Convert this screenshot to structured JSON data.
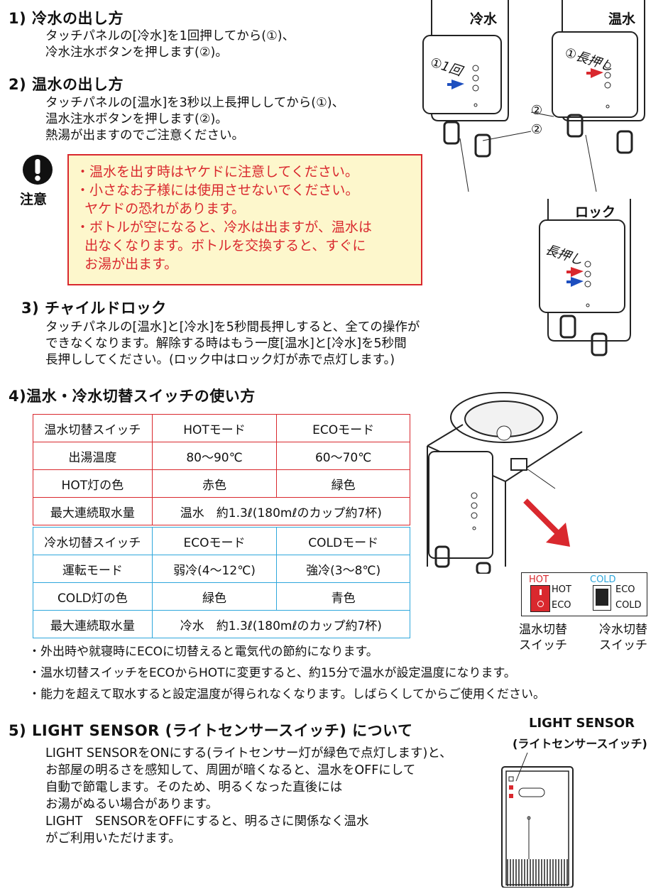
{
  "section1": {
    "heading": "1) 冷水の出し方",
    "lines": [
      "タッチパネルの[冷水]を1回押してから(①)、",
      "冷水注水ボタンを押します(②)。"
    ]
  },
  "section2": {
    "heading": "2) 温水の出し方",
    "lines": [
      "タッチパネルの[温水]を3秒以上長押ししてから(①)、",
      "温水注水ボタンを押します(②)。",
      "熱湯が出ますのでご注意ください。"
    ]
  },
  "caution": {
    "label": "注意",
    "lines": [
      "・温水を出す時はヤケドに注意してください。",
      "・小さなお子様には使用させないでください。",
      "  ヤケドの恐れがあります。",
      "・ボトルが空になると、冷水は出ますが、温水は",
      "  出なくなります。ボトルを交換すると、すぐに",
      "  お湯が出ます。"
    ]
  },
  "section3": {
    "heading": "3) チャイルドロック",
    "lines": [
      "タッチパネルの[温水]と[冷水]を5秒間長押しすると、全ての操作が",
      "できなくなります。解除する時はもう一度[温水]と[冷水]を5秒間",
      "長押ししてください。(ロック中はロック灯が赤で点灯します。)"
    ]
  },
  "illustrations": {
    "cold_title": "冷水",
    "hot_title": "温水",
    "lock_title": "ロック",
    "cold_press": "①1回",
    "hot_press": "①長押し",
    "lock_press": "長押し",
    "marker_2": "②"
  },
  "section4": {
    "heading": "4)温水・冷水切替スイッチの使い方",
    "hot_table": [
      [
        "温水切替スイッチ",
        "HOTモード",
        "ECOモード"
      ],
      [
        "出湯温度",
        "80〜90℃",
        "60〜70℃"
      ],
      [
        "HOT灯の色",
        "赤色",
        "緑色"
      ],
      [
        "最大連続取水量",
        "温水　約1.3ℓ(180mℓのカップ約7杯)"
      ]
    ],
    "cold_table": [
      [
        "冷水切替スイッチ",
        "ECOモード",
        "COLDモード"
      ],
      [
        "運転モード",
        "弱冷(4〜12℃)",
        "強冷(3〜8℃)"
      ],
      [
        "COLD灯の色",
        "緑色",
        "青色"
      ],
      [
        "最大連続取水量",
        "冷水　約1.3ℓ(180mℓのカップ約7杯)"
      ]
    ],
    "switch_panel": {
      "hot_label": "HOT",
      "hot_on": "HOT",
      "hot_off": "ECO",
      "cold_label": "COLD",
      "cold_on": "ECO",
      "cold_off": "COLD"
    },
    "hot_switch_caption": [
      "温水切替",
      "スイッチ"
    ],
    "cold_switch_caption": [
      "冷水切替",
      "スイッチ"
    ],
    "notes": [
      "・外出時や就寝時にECOに切替えると電気代の節約になります。",
      "・温水切替スイッチをECOからHOTに変更すると、約15分で温水が設定温度になります。",
      "・能力を超えて取水すると設定温度が得られなくなります。しばらくしてからご使用ください。"
    ]
  },
  "section5": {
    "heading": "5) LIGHT SENSOR (ライトセンサースイッチ) について",
    "lines": [
      "LIGHT SENSORをONにする(ライトセンサー灯が緑色で点灯します)と、",
      "お部屋の明るさを感知して、周囲が暗くなると、温水をOFFにして",
      "自動で節電します。そのため、明るくなった直後には",
      "お湯がぬるい場合があります。",
      "LIGHT　SENSORをOFFにすると、明るさに関係なく温水",
      "がご利用いただけます。"
    ],
    "figure_title": "LIGHT SENSOR",
    "figure_subtitle": "(ライトセンサースイッチ)"
  },
  "colors": {
    "red": "#d9282e",
    "blue": "#2fa7dc",
    "caution_bg": "#fdf7cc"
  }
}
